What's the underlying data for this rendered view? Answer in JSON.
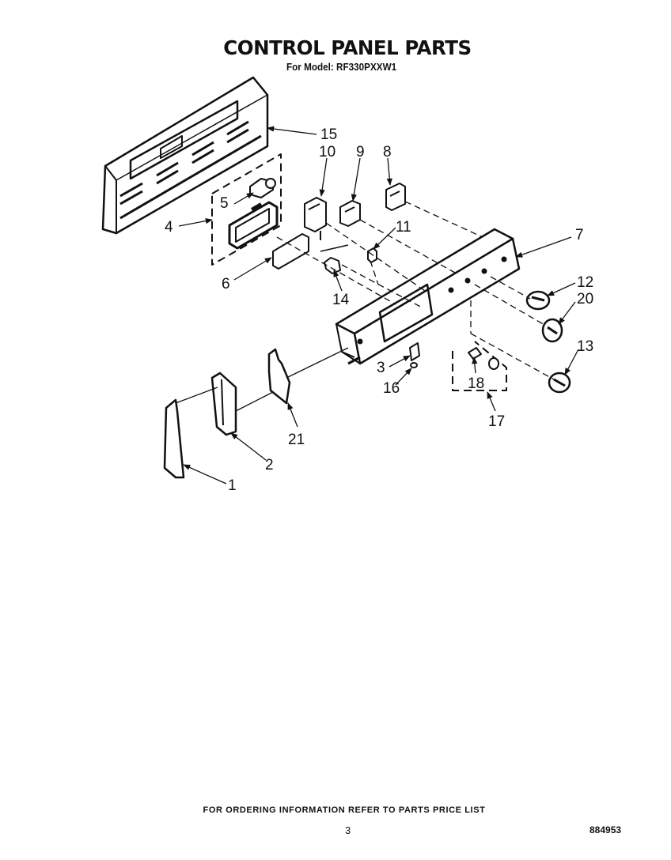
{
  "header": {
    "title": "CONTROL PANEL PARTS",
    "subtitle": "For Model: RF330PXXW1"
  },
  "callouts": {
    "c1": "1",
    "c2": "2",
    "c3": "3",
    "c4": "4",
    "c5": "5",
    "c6": "6",
    "c7": "7",
    "c8": "8",
    "c9": "9",
    "c10": "10",
    "c11": "11",
    "c12": "12",
    "c13": "13",
    "c14": "14",
    "c15": "15",
    "c16": "16",
    "c17": "17",
    "c18": "18",
    "c20": "20",
    "c21": "21"
  },
  "footer": {
    "ordering_note": "FOR ORDERING INFORMATION REFER TO PARTS PRICE LIST",
    "page_number": "3",
    "document_number": "884953"
  }
}
